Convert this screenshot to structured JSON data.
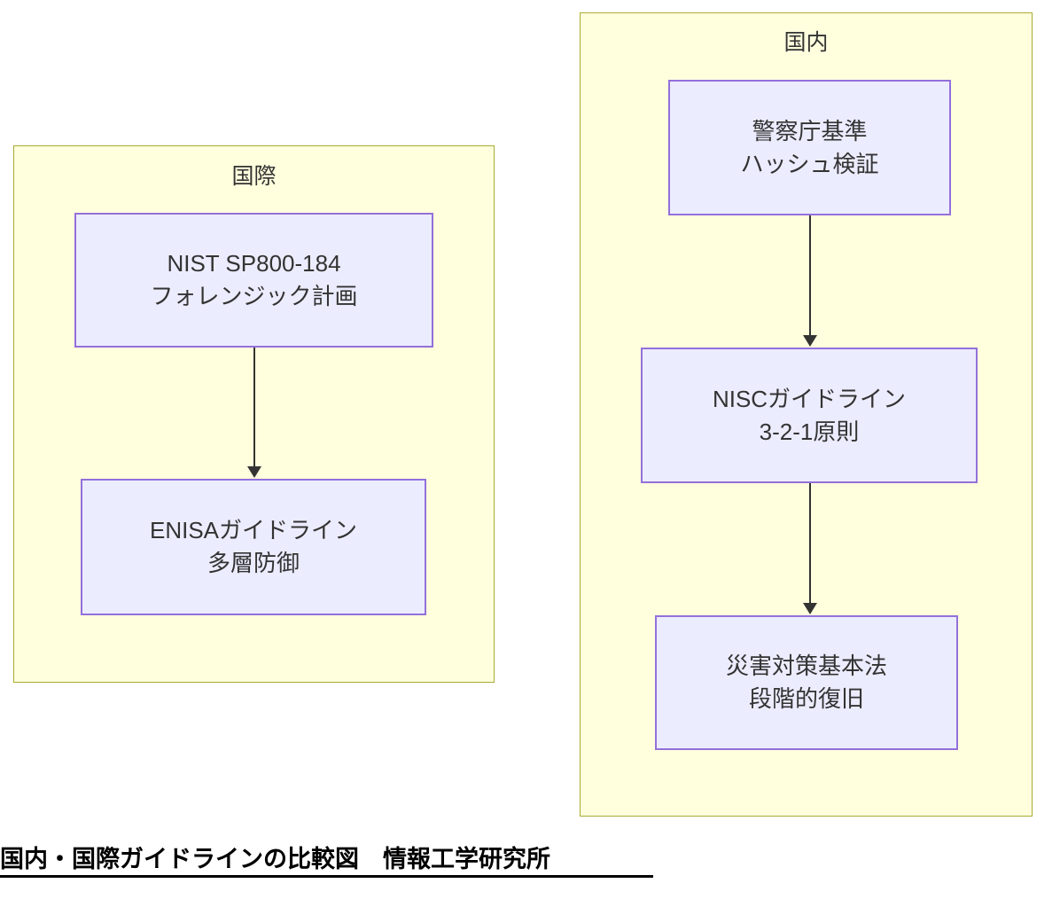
{
  "diagram": {
    "clusters": [
      {
        "id": "international",
        "label": "国際",
        "nodes": [
          {
            "id": "nist",
            "line1": "NIST SP800-184",
            "line2": "フォレンジック計画"
          },
          {
            "id": "enisa",
            "line1": "ENISAガイドライン",
            "line2": "多層防御"
          }
        ]
      },
      {
        "id": "domestic",
        "label": "国内",
        "nodes": [
          {
            "id": "npa",
            "line1": "警察庁基準",
            "line2": "ハッシュ検証"
          },
          {
            "id": "nisc",
            "line1": "NISCガイドライン",
            "line2": "3-2-1原則"
          },
          {
            "id": "dcba",
            "line1": "災害対策基本法",
            "line2": "段階的復旧"
          }
        ]
      }
    ],
    "caption": "国内・国際ガイドラインの比較図　情報工学研究所",
    "colors": {
      "cluster_fill": "#ffffde",
      "cluster_border": "#aaaa33",
      "node_fill": "#ececff",
      "node_border": "#9370db",
      "edge": "#333333",
      "text": "#333333",
      "caption_text": "#000000",
      "background": "#ffffff"
    }
  }
}
